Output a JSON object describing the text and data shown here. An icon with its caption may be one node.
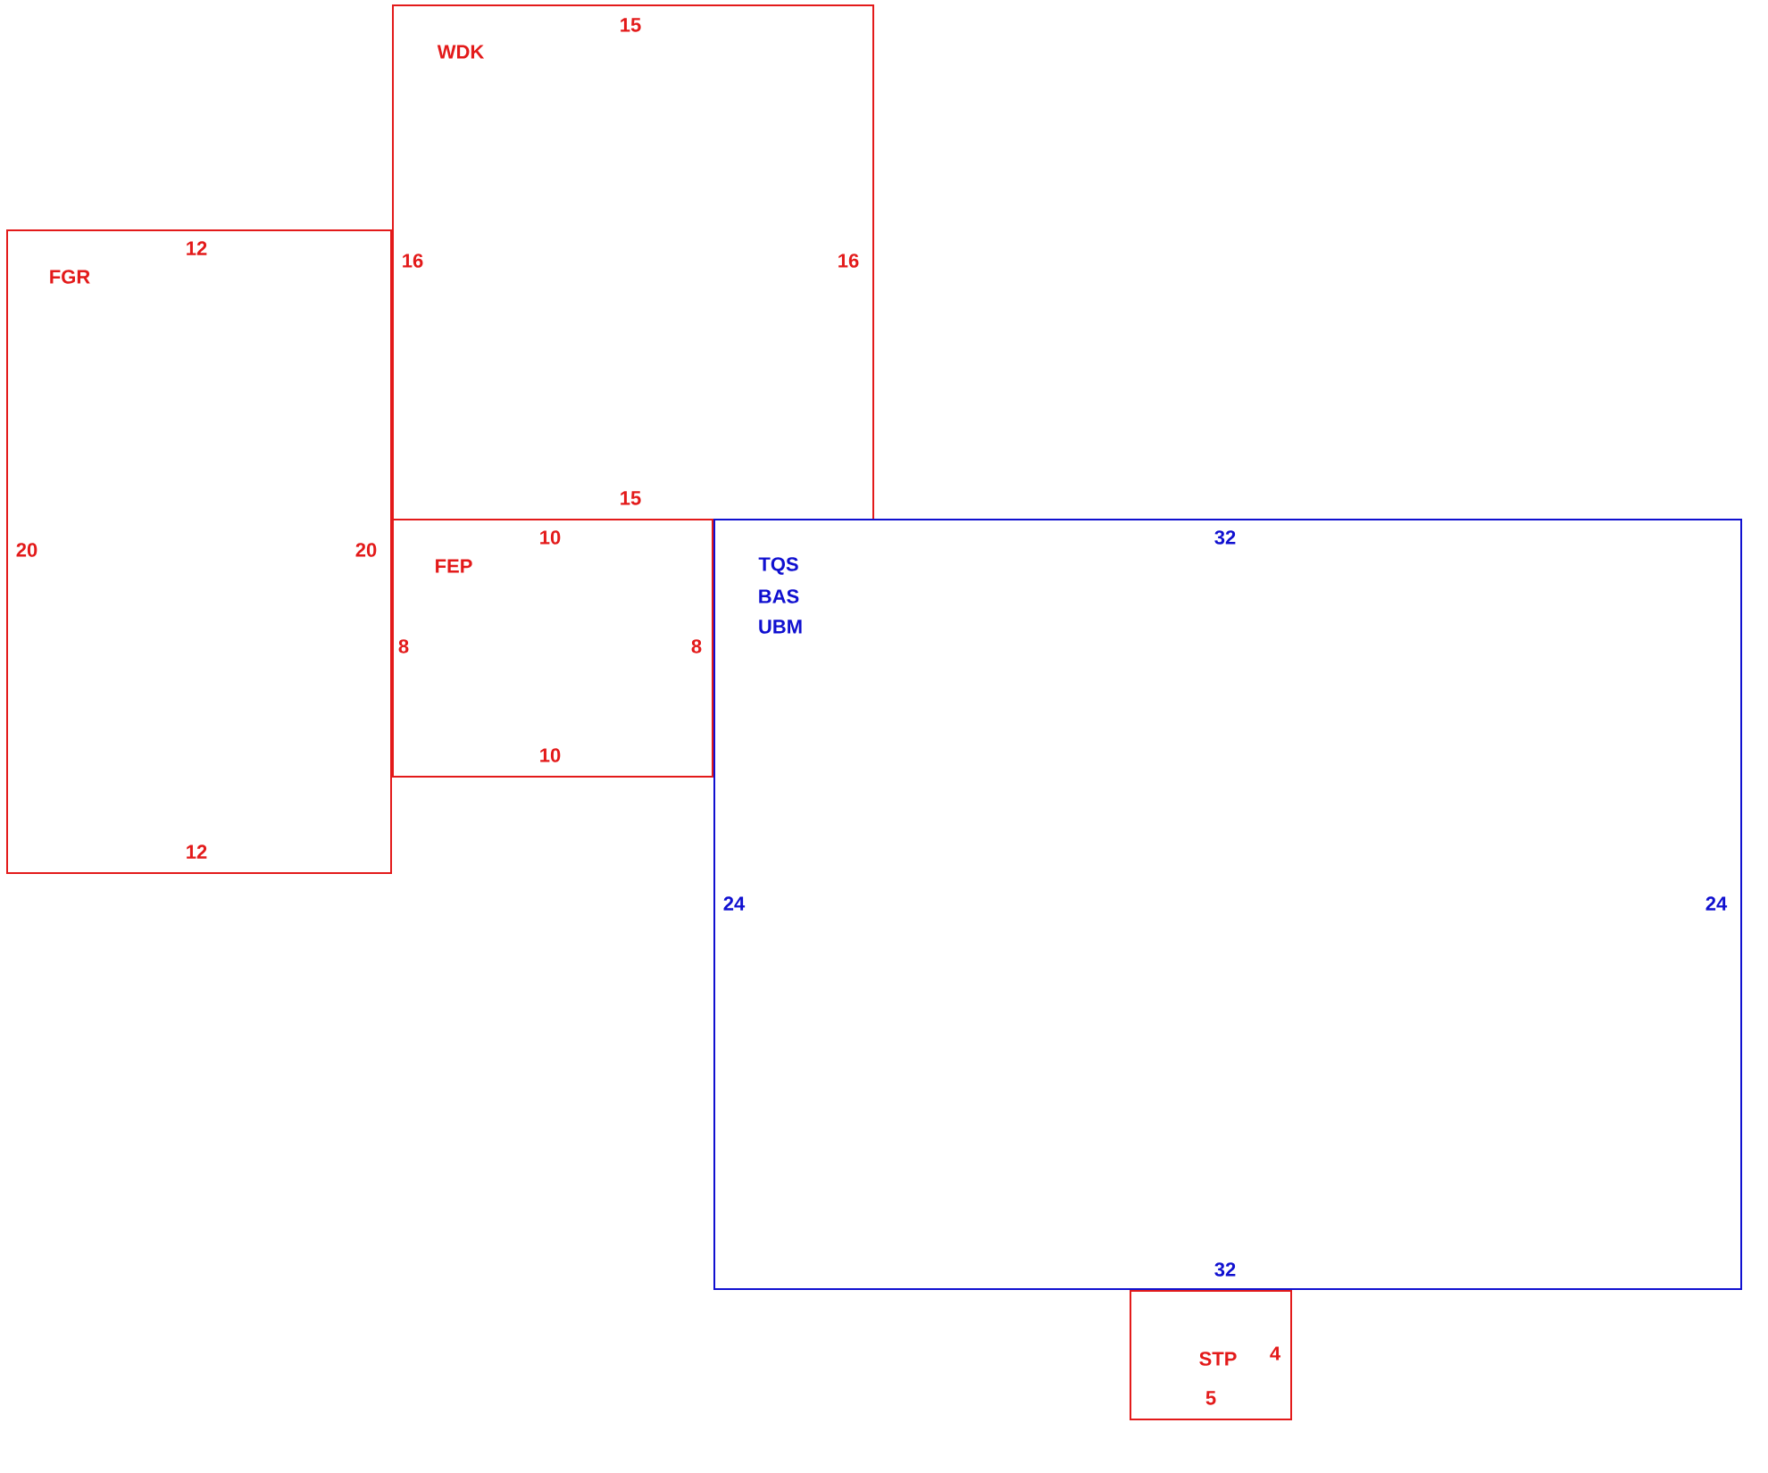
{
  "diagram": {
    "nodes": [
      {
        "text": [
          "WDK",
          "15",
          "16",
          "16",
          "15"
        ]
      },
      {
        "text": [
          "FGR",
          "12",
          "20",
          "20",
          "12"
        ]
      },
      {
        "text": [
          "FEP",
          "10",
          "8",
          "8",
          "10"
        ]
      },
      {
        "text": [
          "TQS",
          "BAS",
          "UBM",
          "32",
          "24",
          "24",
          "32"
        ]
      },
      {
        "text": [
          "STP",
          "4",
          "5"
        ]
      }
    ]
  }
}
